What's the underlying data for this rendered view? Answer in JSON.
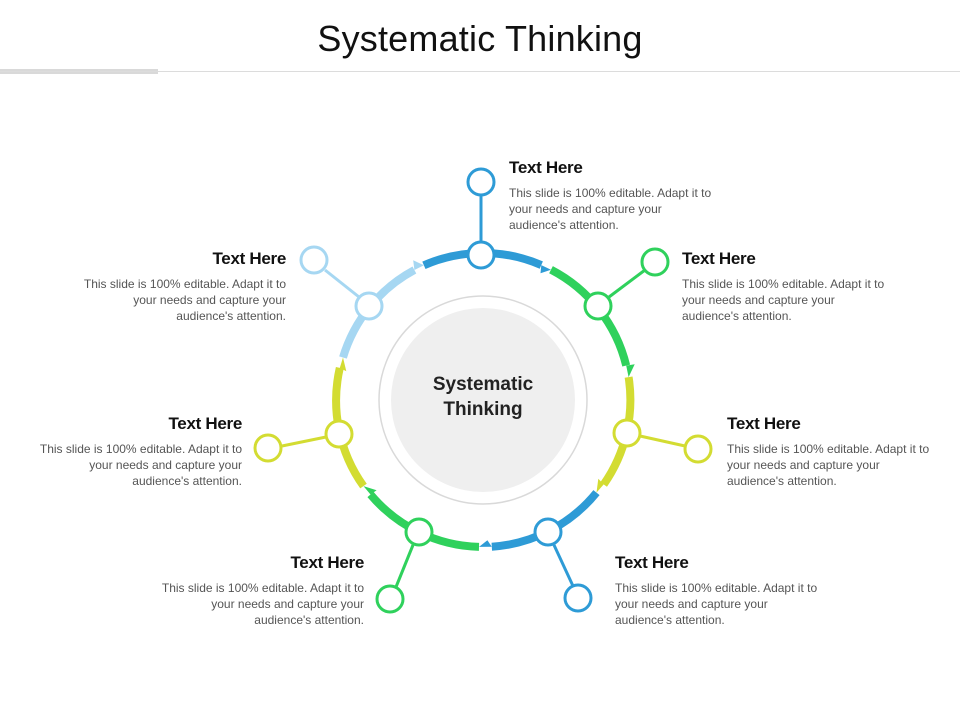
{
  "slide": {
    "title": "Systematic Thinking",
    "center_label_line1": "Systematic",
    "center_label_line2": "Thinking"
  },
  "colors": {
    "dark_blue": "#2e9bd6",
    "green": "#2fd15c",
    "yellow_green": "#d3dc32",
    "light_blue": "#a6d7f2",
    "center_fill": "#efefef",
    "center_ring": "#d9d9d9"
  },
  "items": [
    {
      "id": "top",
      "heading": "Text Here",
      "body": "This slide is 100% editable. Adapt it to your needs and capture your audience's attention.",
      "color": "#2e9bd6"
    },
    {
      "id": "upper-right",
      "heading": "Text Here",
      "body": "This slide is 100% editable. Adapt it to your needs and capture your audience's attention.",
      "color": "#2fd15c"
    },
    {
      "id": "right",
      "heading": "Text Here",
      "body": "This slide is 100% editable. Adapt it to your needs and capture your audience's attention.",
      "color": "#d3dc32"
    },
    {
      "id": "lower-right",
      "heading": "Text Here",
      "body": "This slide is 100% editable. Adapt it to your needs and capture your audience's attention.",
      "color": "#2e9bd6"
    },
    {
      "id": "lower-left",
      "heading": "Text Here",
      "body": "This slide is 100% editable. Adapt it to your needs and capture your audience's attention.",
      "color": "#2fd15c"
    },
    {
      "id": "left",
      "heading": "Text Here",
      "body": "This slide is 100% editable. Adapt it to your needs and capture your audience's attention.",
      "color": "#d3dc32"
    },
    {
      "id": "upper-left",
      "heading": "Text Here",
      "body": "This slide is 100% editable. Adapt it to your needs and capture your audience's attention.",
      "color": "#a6d7f2"
    }
  ]
}
